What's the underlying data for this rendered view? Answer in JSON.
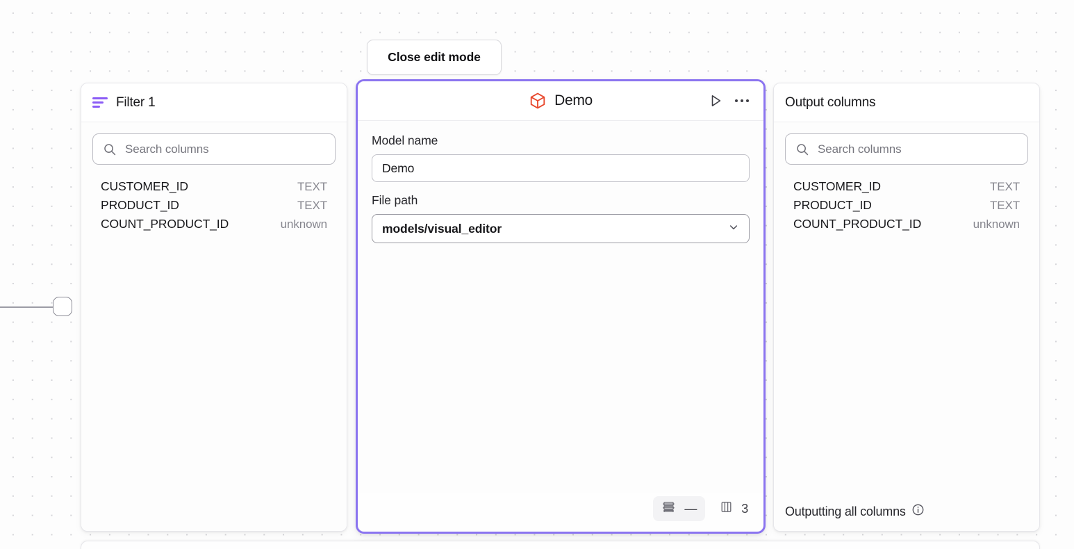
{
  "theme": {
    "accent_purple": "#8b5cf6",
    "selected_border": "#8b74f0",
    "cube_red": "#e8472c",
    "canvas_bg": "#fdfdfd",
    "panel_bg": "#fefefe",
    "muted_text": "#86868e"
  },
  "toolbar": {
    "close_edit_mode_label": "Close edit mode"
  },
  "edge": {
    "handle_name": "connector-handle"
  },
  "filter_panel": {
    "title": "Filter 1",
    "icon": "filter-icon",
    "search": {
      "placeholder": "Search columns",
      "value": "",
      "icon": "search-icon"
    },
    "columns": [
      {
        "name": "CUSTOMER_ID",
        "type": "TEXT"
      },
      {
        "name": "PRODUCT_ID",
        "type": "TEXT"
      },
      {
        "name": "COUNT_PRODUCT_ID",
        "type": "unknown"
      }
    ]
  },
  "model_panel": {
    "title": "Demo",
    "icon": "cube-icon",
    "actions": {
      "run_label": "run-icon",
      "more_label": "more-options-icon"
    },
    "fields": {
      "model_name_label": "Model name",
      "model_name_value": "Demo",
      "file_path_label": "File path",
      "file_path_value": "models/visual_editor"
    },
    "footer": {
      "rows_icon": "rows-icon",
      "rows_value": "—",
      "columns_icon": "columns-icon",
      "columns_value": "3"
    }
  },
  "output_panel": {
    "title": "Output columns",
    "search": {
      "placeholder": "Search columns",
      "value": "",
      "icon": "search-icon"
    },
    "columns": [
      {
        "name": "CUSTOMER_ID",
        "type": "TEXT"
      },
      {
        "name": "PRODUCT_ID",
        "type": "TEXT"
      },
      {
        "name": "COUNT_PRODUCT_ID",
        "type": "unknown"
      }
    ],
    "footer": {
      "text": "Outputting all columns",
      "info_icon": "info-icon"
    }
  }
}
